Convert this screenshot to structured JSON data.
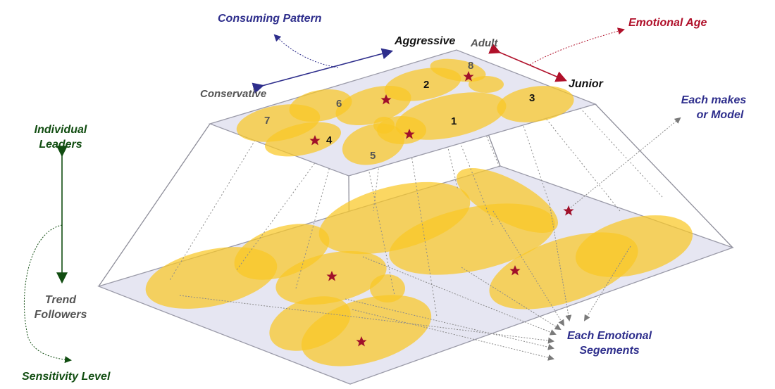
{
  "labels": {
    "consuming_pattern": "Consuming Pattern",
    "aggressive": "Aggressive",
    "conservative": "Conservative",
    "emotional_age": "Emotional Age",
    "adult": "Adult",
    "junior": "Junior",
    "individual_leaders_line1": "Individual",
    "individual_leaders_line2": "Leaders",
    "trend_followers_line1": "Trend",
    "trend_followers_line2": "Followers",
    "sensitivity_level": "Sensitivity Level",
    "each_makes_line1": "Each makes",
    "each_makes_line2": "or Model",
    "each_segments_line1": "Each Emotional",
    "each_segments_line2": "Segements"
  },
  "segments": [
    "1",
    "2",
    "3",
    "4",
    "5",
    "6",
    "7",
    "8"
  ],
  "colors": {
    "blob": "#f9c825",
    "plane_fill": "#e6e6f2",
    "plane_edge": "#9a9aa8",
    "star": "#a0102a",
    "blue_label": "#2e2e8c",
    "red_label": "#b0102a",
    "green_label": "#114d11"
  }
}
